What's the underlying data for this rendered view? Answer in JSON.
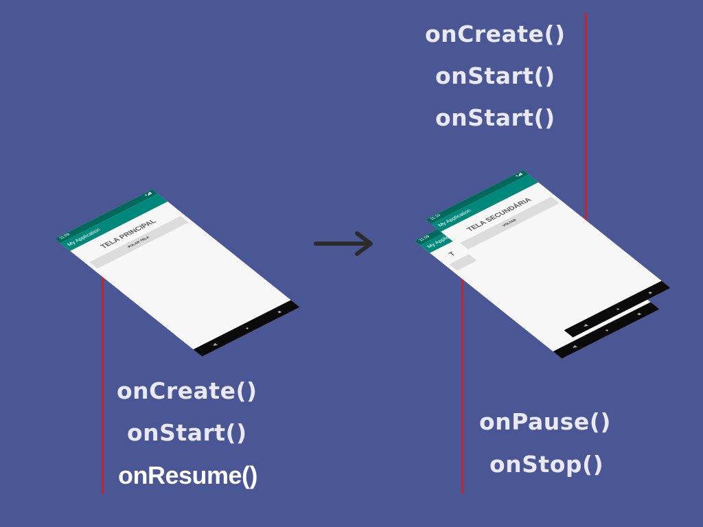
{
  "left_lifecycle": [
    "onCreate()",
    "onStart()",
    "onResume()"
  ],
  "right_top_lifecycle": [
    "onCreate()",
    "onStart()",
    "onStart()"
  ],
  "right_bottom_lifecycle": [
    "onPause()",
    "onStop()"
  ],
  "phone_main": {
    "time": "11:09",
    "app_title": "My Application",
    "screen_title": "TELA PRINCIPAL",
    "button_label": "PULAR TELA"
  },
  "phone_back": {
    "time": "11:09",
    "app_title": "My Application",
    "screen_title": "T"
  },
  "phone_second": {
    "time": "11:10",
    "app_title": "My Application",
    "screen_title": "TELA SECUNDÁRIA",
    "button_label": "VOLTAR"
  },
  "icons": [
    "back-icon",
    "home-icon",
    "recents-icon",
    "arrow-right-icon"
  ],
  "colors": {
    "background": "#4b5695",
    "lifeline": "#c1272d",
    "status_bar": "#00695c",
    "app_bar": "#00897b",
    "text": "#e8e9f3"
  }
}
